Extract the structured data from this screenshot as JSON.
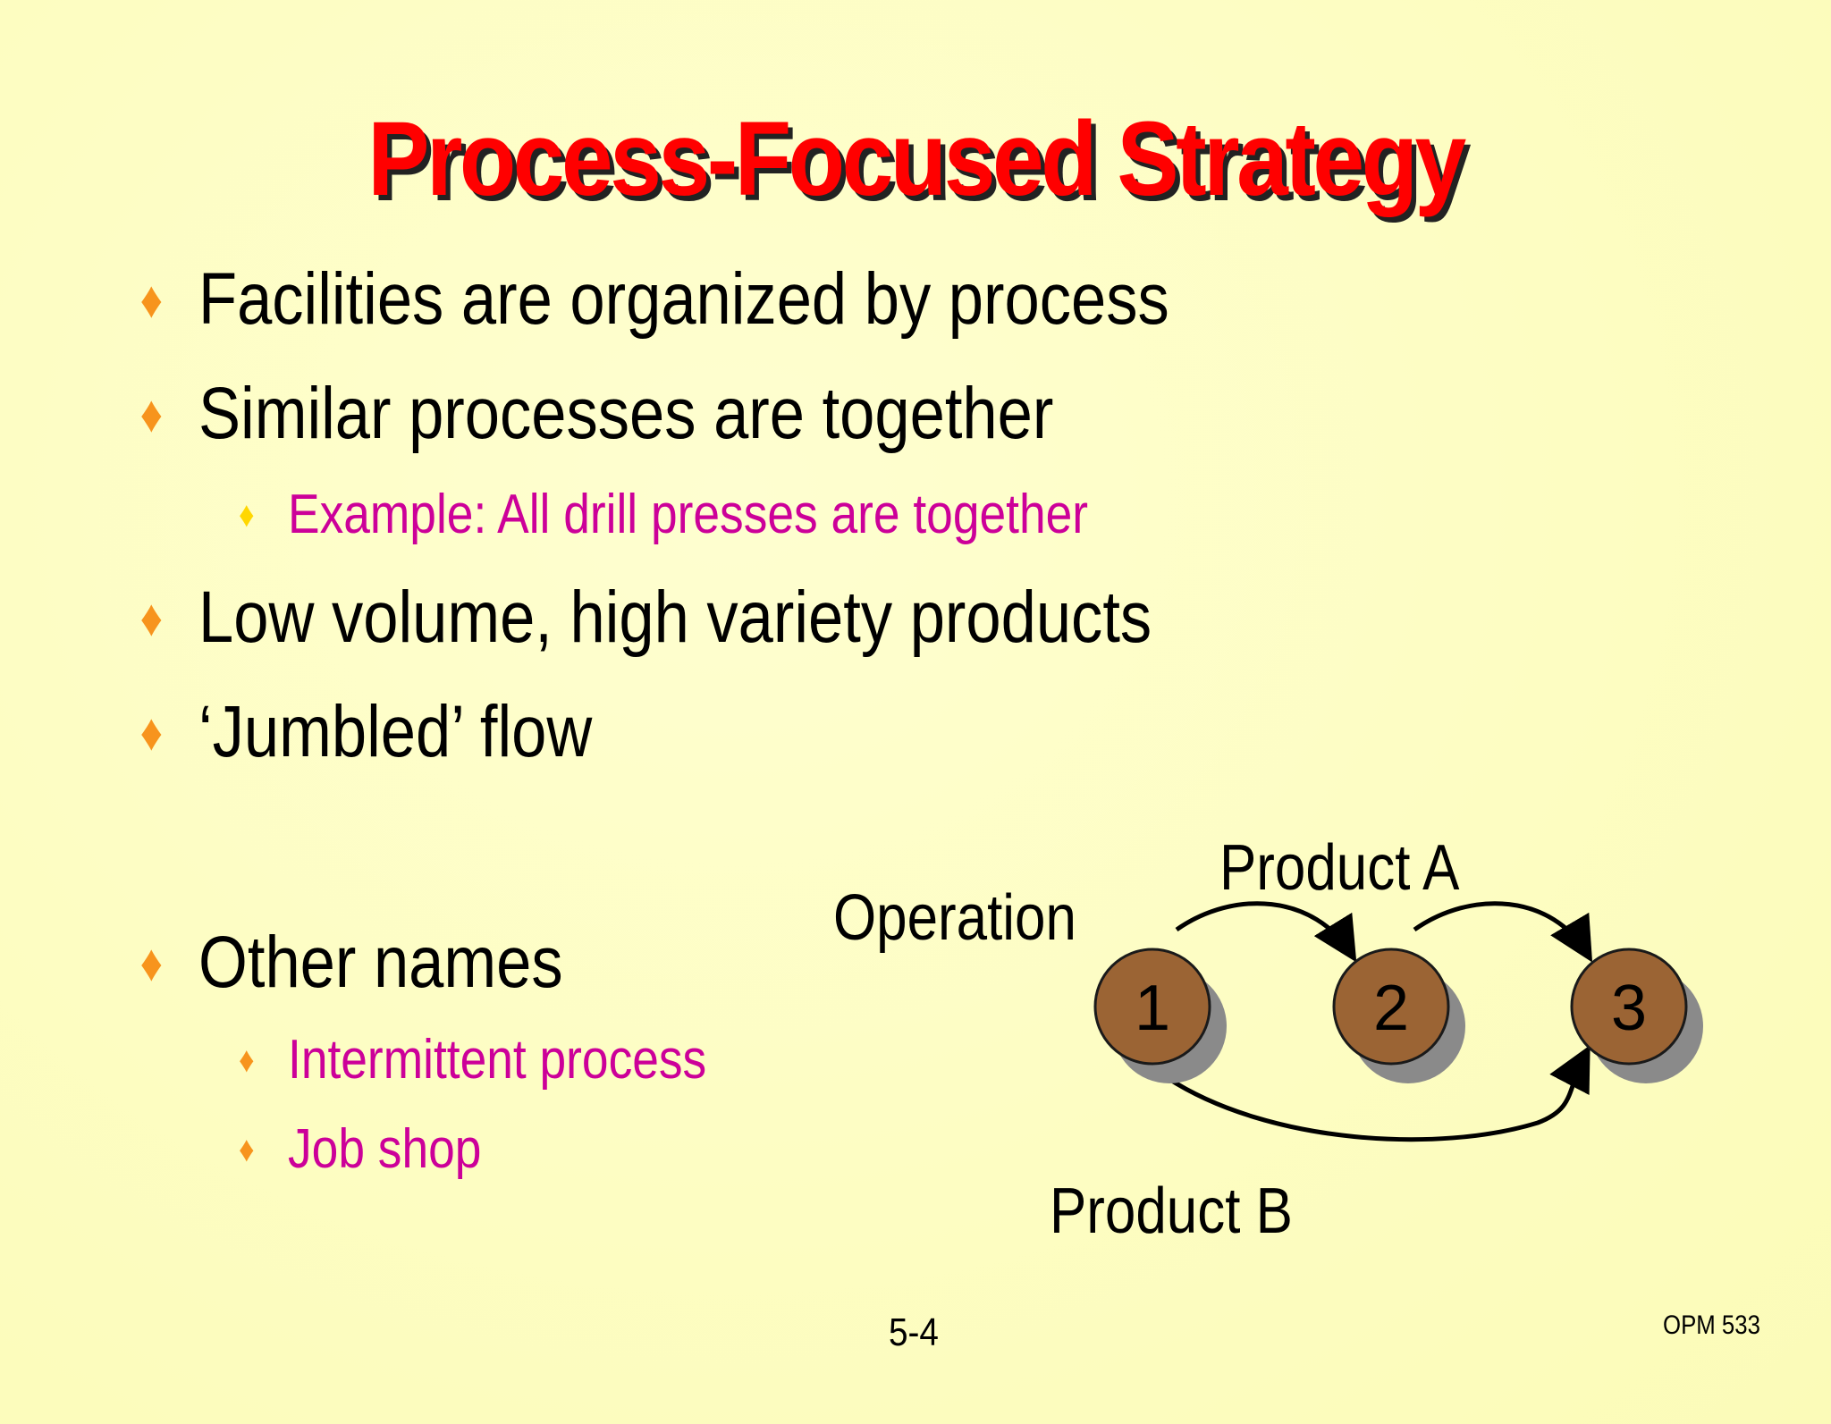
{
  "slide": {
    "title": "Process-Focused Strategy",
    "bullets": [
      "Facilities are organized by process",
      "Similar processes are together",
      "Low volume, high variety products",
      "‘Jumbled’ flow",
      "Other names"
    ],
    "sub_bullets": {
      "example": "Example: All drill presses are together",
      "other_names": [
        "Intermittent process",
        "Job shop"
      ]
    },
    "bullet_marker": "♦"
  },
  "diagram": {
    "operation_label": "Operation",
    "product_a_label": "Product A",
    "product_b_label": "Product B",
    "nodes": [
      "1",
      "2",
      "3"
    ],
    "node_fill": "#9b6434",
    "node_shadow": "#8a8a8a"
  },
  "footer": {
    "slide_number": "5-4",
    "course": "OPM 533"
  },
  "colors": {
    "background": "#fefec4",
    "title": "#ff0000",
    "title_shadow": "#222222",
    "bullet_marker": "#f7941d",
    "sub_bullet_text": "#cc0099",
    "sub_marker_yellow": "#ffd700"
  }
}
